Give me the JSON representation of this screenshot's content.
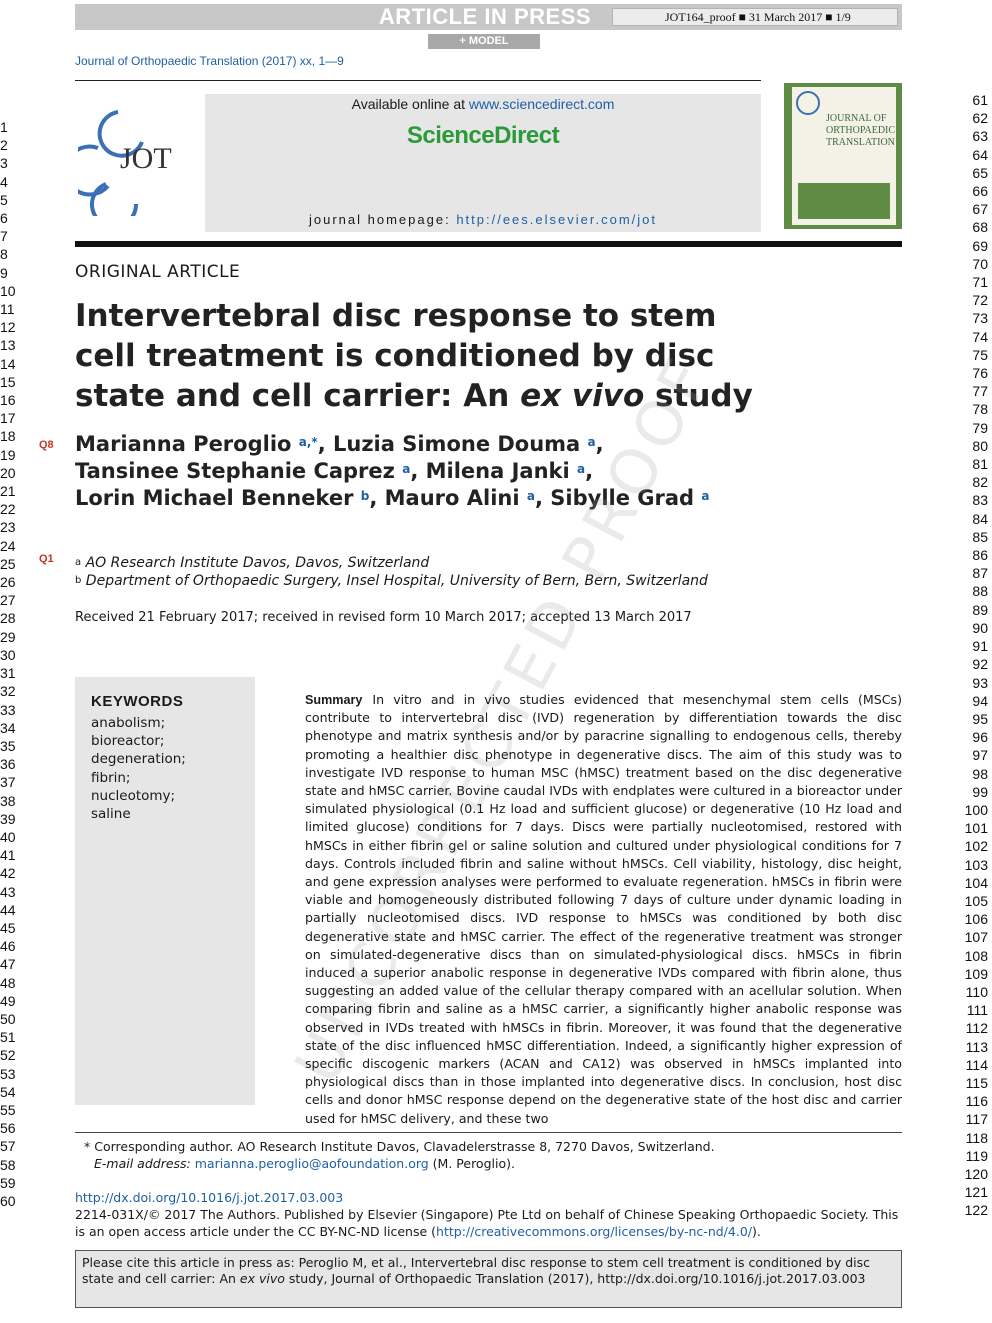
{
  "banner": {
    "status": "ARTICLE IN PRESS",
    "proof_info": "JOT164_proof ■ 31 March 2017 ■ 1/9",
    "model": "+ MODEL"
  },
  "journal_ref": "Journal of Orthopaedic Translation (2017) xx, 1—9",
  "header": {
    "available_prefix": "Available online at ",
    "available_link": "www.sciencedirect.com",
    "publisher": "ScienceDirect",
    "homepage_prefix": "journal homepage: ",
    "homepage_link": "http://ees.elsevier.com/jot",
    "logo_text": "JOT",
    "cover_title": "JOURNAL OF ORTHOPAEDIC TRANSLATION"
  },
  "line_numbers": {
    "left": [
      "1",
      "2",
      "3",
      "4",
      "5",
      "6",
      "7",
      "8",
      "9",
      "10",
      "11",
      "12",
      "13",
      "14",
      "15",
      "16",
      "17",
      "18",
      "19",
      "20",
      "21",
      "22",
      "23",
      "24",
      "25",
      "26",
      "27",
      "28",
      "29",
      "30",
      "31",
      "32",
      "33",
      "34",
      "35",
      "36",
      "37",
      "38",
      "39",
      "40",
      "41",
      "42",
      "43",
      "44",
      "45",
      "46",
      "47",
      "48",
      "49",
      "50",
      "51",
      "52",
      "53",
      "54",
      "55",
      "56",
      "57",
      "58",
      "59",
      "60"
    ],
    "right": [
      "61",
      "62",
      "63",
      "64",
      "65",
      "66",
      "67",
      "68",
      "69",
      "70",
      "71",
      "72",
      "73",
      "74",
      "75",
      "76",
      "77",
      "78",
      "79",
      "80",
      "81",
      "82",
      "83",
      "84",
      "85",
      "86",
      "87",
      "88",
      "89",
      "90",
      "91",
      "92",
      "93",
      "94",
      "95",
      "96",
      "97",
      "98",
      "99",
      "100",
      "101",
      "102",
      "103",
      "104",
      "105",
      "106",
      "107",
      "108",
      "109",
      "110",
      "111",
      "112",
      "113",
      "114",
      "115",
      "116",
      "117",
      "118",
      "119",
      "120",
      "121",
      "122"
    ]
  },
  "queries": {
    "q8": "Q8",
    "q1": "Q1"
  },
  "article": {
    "type": "ORIGINAL ARTICLE",
    "title_part1": "Intervertebral disc response to stem cell treatment is conditioned by disc state and cell carrier: An ",
    "title_italic": "ex vivo",
    "title_part2": " study",
    "authors": [
      {
        "name": "Marianna Peroglio",
        "sup": "a,*",
        "sep": ", "
      },
      {
        "name": "Luzia Simone Douma",
        "sup": "a",
        "sep": ","
      },
      {
        "name": "Tansinee Stephanie Caprez",
        "sup": "a",
        "sep": ", "
      },
      {
        "name": "Milena Janki",
        "sup": "a",
        "sep": ","
      },
      {
        "name": "Lorin Michael Benneker",
        "sup": "b",
        "sep": ", "
      },
      {
        "name": "Mauro Alini",
        "sup": "a",
        "sep": ", "
      },
      {
        "name": "Sibylle Grad",
        "sup": "a",
        "sep": ""
      }
    ],
    "affiliations": [
      {
        "sup": "a",
        "text": "AO Research Institute Davos, Davos, Switzerland"
      },
      {
        "sup": "b",
        "text": "Department of Orthopaedic Surgery, Insel Hospital, University of Bern, Bern, Switzerland"
      }
    ],
    "received": "Received 21 February 2017; received in revised form 10 March 2017; accepted 13 March 2017"
  },
  "keywords": {
    "title": "KEYWORDS",
    "items": [
      "anabolism;",
      "bioreactor;",
      "degeneration;",
      "fibrin;",
      "nucleotomy;",
      "saline"
    ]
  },
  "abstract": {
    "heading": "Summary",
    "text": "In vitro and in vivo studies evidenced that mesenchymal stem cells (MSCs) contribute to intervertebral disc (IVD) regeneration by differentiation towards the disc phenotype and matrix synthesis and/or by paracrine signalling to endogenous cells, thereby promoting a healthier disc phenotype in degenerative discs. The aim of this study was to investigate IVD response to human MSC (hMSC) treatment based on the disc degenerative state and hMSC carrier. Bovine caudal IVDs with endplates were cultured in a bioreactor under simulated physiological (0.1 Hz load and sufficient glucose) or degenerative (10 Hz load and limited glucose) conditions for 7 days. Discs were partially nucleotomised, restored with hMSCs in either fibrin gel or saline solution and cultured under physiological conditions for 7 days. Controls included fibrin and saline without hMSCs. Cell viability, histology, disc height, and gene expression analyses were performed to evaluate regeneration. hMSCs in fibrin were viable and homogeneously distributed following 7 days of culture under dynamic loading in partially nucleotomised discs. IVD response to hMSCs was conditioned by both disc degenerative state and hMSC carrier. The effect of the regenerative treatment was stronger on simulated-degenerative discs than on simulated-physiological discs. hMSCs in fibrin induced a superior anabolic response in degenerative IVDs compared with fibrin alone, thus suggesting an added value of the cellular therapy compared with an acellular solution. When comparing fibrin and saline as a hMSC carrier, a significantly higher anabolic response was observed in IVDs treated with hMSCs in fibrin. Moreover, it was found that the degenerative state of the disc influenced hMSC differentiation. Indeed, a significantly higher expression of specific discogenic markers (ACAN and CA12) was observed in hMSCs implanted into physiological discs than in those implanted into degenerative discs. In conclusion, host disc cells and donor hMSC response depend on the degenerative state of the host disc and carrier used for hMSC delivery, and these two"
  },
  "watermark": "UNCORRECTED PROOF",
  "footer": {
    "corresp_text": "* Corresponding author. AO Research Institute Davos, Clavadelerstrasse 8, 7270 Davos, Switzerland.",
    "email_label": "E-mail address: ",
    "email": "marianna.peroglio@aofoundation.org",
    "email_suffix": " (M. Peroglio).",
    "doi": "http://dx.doi.org/10.1016/j.jot.2017.03.003",
    "copyright_text": "2214-031X/© 2017 The Authors. Published by Elsevier (Singapore) Pte Ltd on behalf of Chinese Speaking Orthopaedic Society. This is an open access article under the CC BY-NC-ND license (",
    "license_link": "http://creativecommons.org/licenses/by-nc-nd/4.0/",
    "copyright_end": ").",
    "cite_prefix": "Please cite this article in press as: Peroglio M, et al., Intervertebral disc response to stem cell treatment is conditioned by disc state and cell carrier: An ",
    "cite_italic": "ex vivo",
    "cite_suffix": " study, Journal of Orthopaedic Translation (2017), http://dx.doi.org/10.1016/j.jot.2017.03.003"
  },
  "colors": {
    "link": "#1f5fa6",
    "sciencedirect": "#2b9a3a",
    "query": "#c0392b",
    "cover": "#5e8c44"
  }
}
